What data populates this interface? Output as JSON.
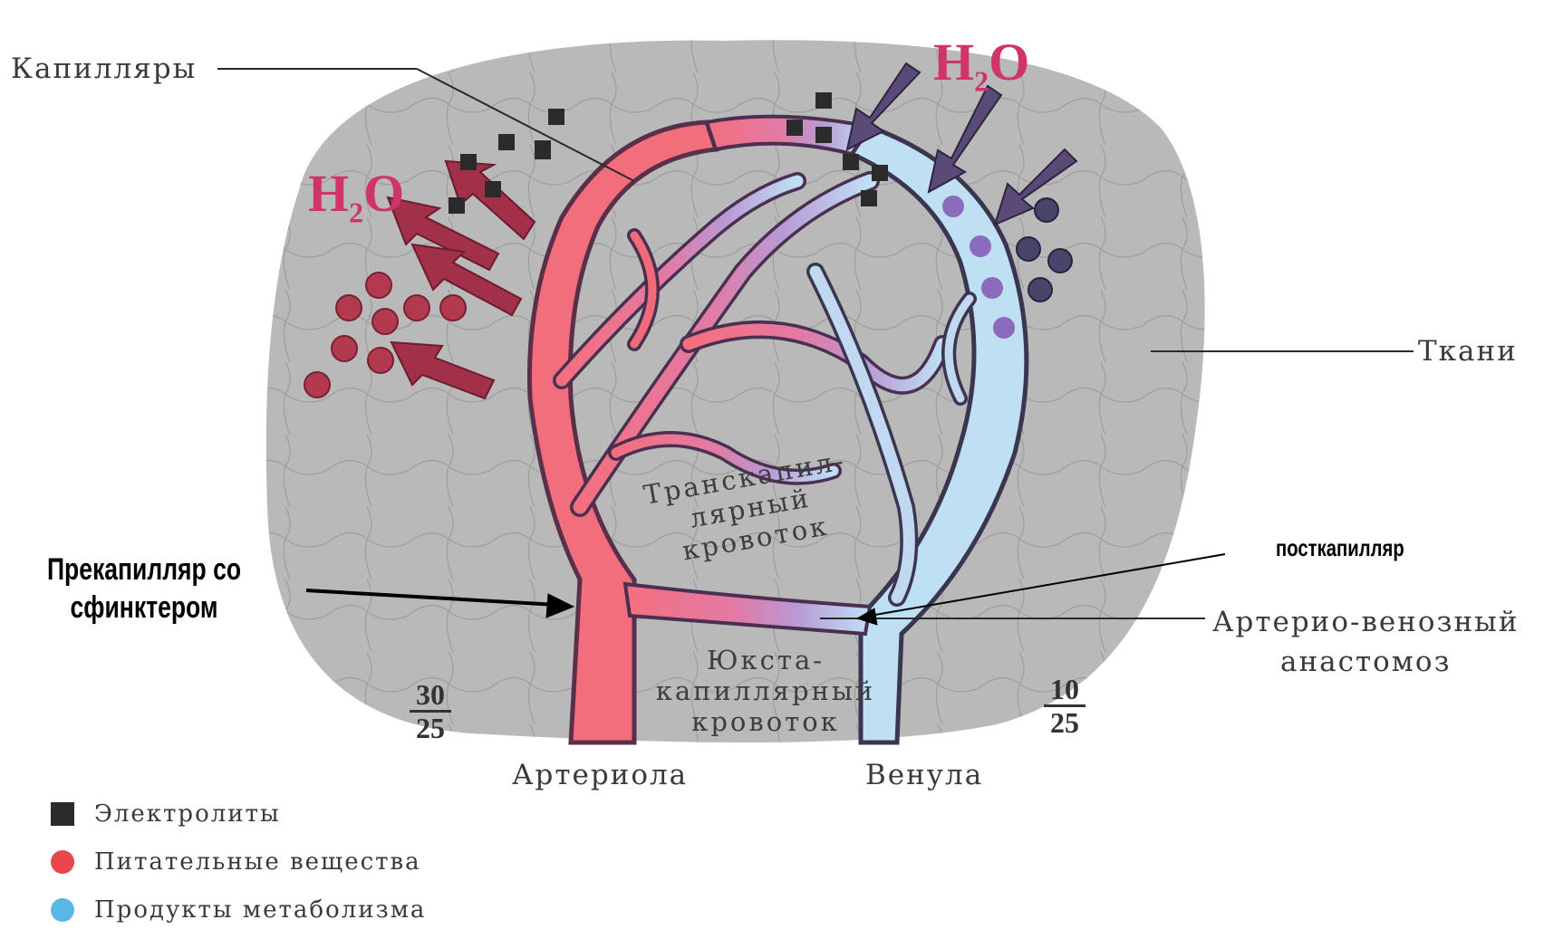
{
  "labels": {
    "capillaries": "Капилляры",
    "tissues": "Ткани",
    "transcapillary": [
      "Транскапил-",
      "лярный",
      "кровоток"
    ],
    "juxtacapillary": [
      "Юкста-",
      "капиллярный",
      "кровоток"
    ],
    "arteriole": "Артериола",
    "venule": "Венула",
    "av_anastomosis": [
      "Артерио-венозный",
      "анастомоз"
    ],
    "precapillary": [
      "Прекапилляр со",
      "сфинктером"
    ],
    "postcapillary": "посткапилляр"
  },
  "fractions": {
    "arterial": {
      "numerator": "30",
      "denominator": "25"
    },
    "venous": {
      "numerator": "10",
      "denominator": "25"
    }
  },
  "water": {
    "base": "H",
    "sub": "2",
    "tail": "O"
  },
  "legend": [
    {
      "label": "Электролиты",
      "shape": "square",
      "color": "#2b2b2b"
    },
    {
      "label": "Питательные вещества",
      "shape": "circle",
      "color": "#e8464a"
    },
    {
      "label": "Продукты метаболизма",
      "shape": "circle",
      "color": "#5ab8e6"
    }
  ],
  "colors": {
    "tissue": "#b9b9b9",
    "arterial": "#f06a7a",
    "venous": "#b8d8ef",
    "vessel_edge": "#5a2f4a",
    "water": "#d0356a",
    "inflow_arrow": "#5a4a78",
    "outflow_arrow": "#a23048"
  }
}
